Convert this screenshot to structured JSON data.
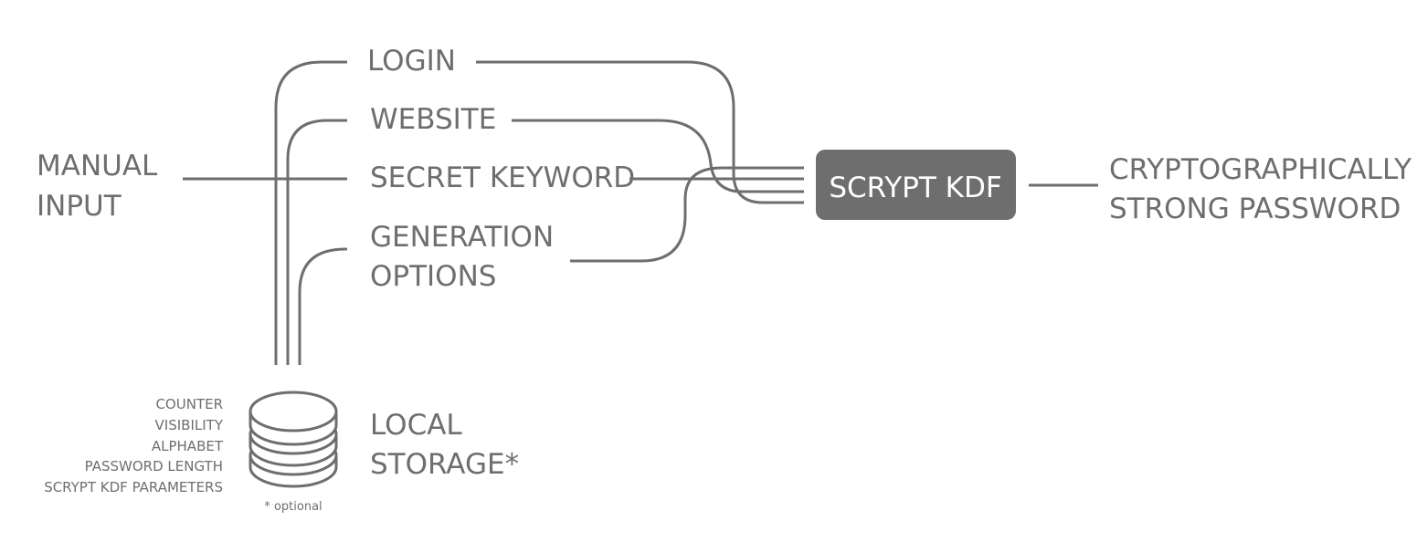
{
  "nodes": {
    "manual_input": {
      "line1": "MANUAL",
      "line2": "INPUT"
    },
    "login": "LOGIN",
    "website": "WEBSITE",
    "secret_keyword": "SECRET KEYWORD",
    "generation_options": {
      "line1": "GENERATION",
      "line2": "OPTIONS"
    },
    "scrypt_kdf": "SCRYPT KDF",
    "output": {
      "line1": "CRYPTOGRAPHICALLY",
      "line2": "STRONG PASSWORD"
    },
    "local_storage": {
      "line1": "LOCAL",
      "line2": "STORAGE*"
    }
  },
  "storage_items": [
    "COUNTER",
    "VISIBILITY",
    "ALPHABET",
    "PASSWORD LENGTH",
    "SCRYPT KDF PARAMETERS"
  ],
  "footnote": "* optional",
  "colors": {
    "stroke": "#6e6e6e",
    "box_fill": "#6e6e6e",
    "box_text": "#ffffff",
    "background": "#ffffff"
  }
}
